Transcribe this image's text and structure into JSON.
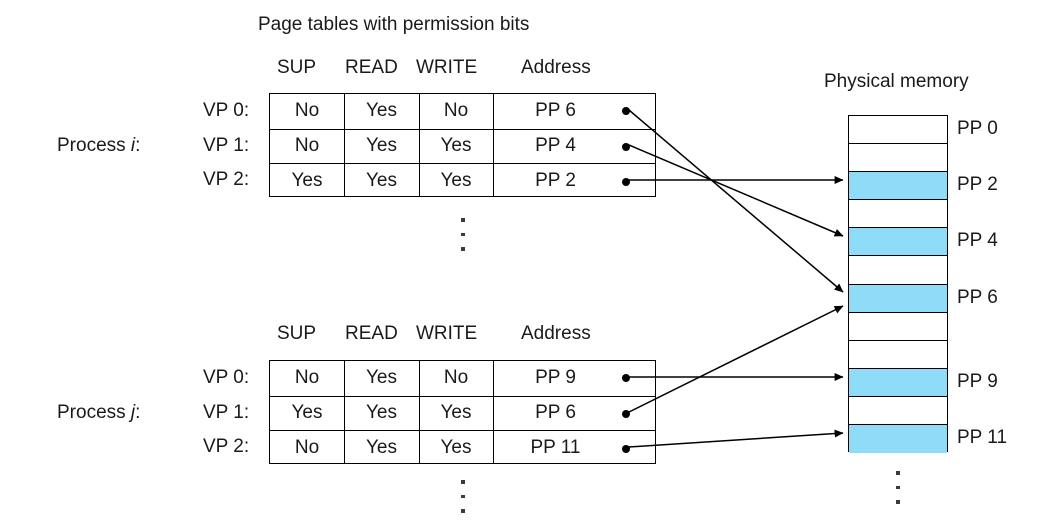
{
  "figure": {
    "title": "Page tables with permission bits",
    "memory_title": "Physical memory",
    "ellipsis_glyph": "vertical-ellipsis"
  },
  "colors": {
    "allocated_page": "#8FDCF8",
    "free_page": "#FFFFFF",
    "line": "#000000",
    "text": "#1a1a1a"
  },
  "columns": [
    "SUP",
    "READ",
    "WRITE",
    "Address"
  ],
  "processes": [
    {
      "label_prefix": "Process ",
      "label_italic": "i",
      "label_suffix": ":",
      "rows": [
        {
          "vp": "VP 0:",
          "sup": "No",
          "read": "Yes",
          "write": "No",
          "address": "PP 6"
        },
        {
          "vp": "VP 1:",
          "sup": "No",
          "read": "Yes",
          "write": "Yes",
          "address": "PP 4"
        },
        {
          "vp": "VP 2:",
          "sup": "Yes",
          "read": "Yes",
          "write": "Yes",
          "address": "PP 2"
        }
      ]
    },
    {
      "label_prefix": "Process ",
      "label_italic": "j",
      "label_suffix": ":",
      "rows": [
        {
          "vp": "VP 0:",
          "sup": "No",
          "read": "Yes",
          "write": "No",
          "address": "PP 9"
        },
        {
          "vp": "VP 1:",
          "sup": "Yes",
          "read": "Yes",
          "write": "Yes",
          "address": "PP 6"
        },
        {
          "vp": "VP 2:",
          "sup": "No",
          "read": "Yes",
          "write": "Yes",
          "address": "PP 11"
        }
      ]
    }
  ],
  "physical_memory": {
    "pages": [
      {
        "index": 0,
        "label": "PP 0",
        "allocated": false,
        "labeled": true
      },
      {
        "index": 1,
        "label": "",
        "allocated": false,
        "labeled": false
      },
      {
        "index": 2,
        "label": "PP 2",
        "allocated": true,
        "labeled": true
      },
      {
        "index": 3,
        "label": "",
        "allocated": false,
        "labeled": false
      },
      {
        "index": 4,
        "label": "PP 4",
        "allocated": true,
        "labeled": true
      },
      {
        "index": 5,
        "label": "",
        "allocated": false,
        "labeled": false
      },
      {
        "index": 6,
        "label": "PP 6",
        "allocated": true,
        "labeled": true
      },
      {
        "index": 7,
        "label": "",
        "allocated": false,
        "labeled": false
      },
      {
        "index": 8,
        "label": "",
        "allocated": false,
        "labeled": false
      },
      {
        "index": 9,
        "label": "PP 9",
        "allocated": true,
        "labeled": true
      },
      {
        "index": 10,
        "label": "",
        "allocated": false,
        "labeled": false
      },
      {
        "index": 11,
        "label": "PP 11",
        "allocated": true,
        "labeled": true
      }
    ]
  },
  "mappings": [
    {
      "from": "process-i-vp-0",
      "to": "PP 6"
    },
    {
      "from": "process-i-vp-1",
      "to": "PP 4"
    },
    {
      "from": "process-i-vp-2",
      "to": "PP 2"
    },
    {
      "from": "process-j-vp-0",
      "to": "PP 9"
    },
    {
      "from": "process-j-vp-1",
      "to": "PP 6"
    },
    {
      "from": "process-j-vp-2",
      "to": "PP 11"
    }
  ]
}
